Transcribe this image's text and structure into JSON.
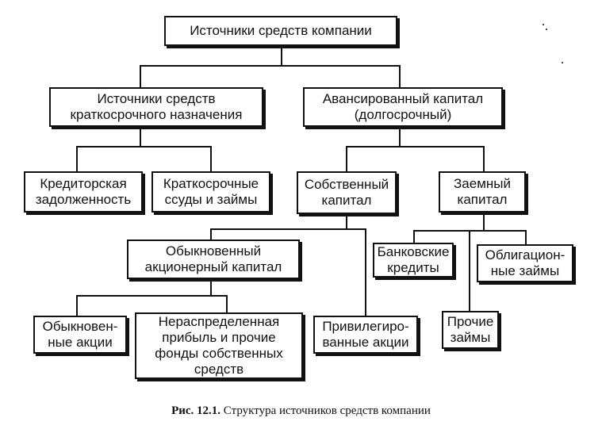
{
  "diagram": {
    "root": "Источники  средств компании",
    "short_term": "Источники  средств\nкраткосрочного  назначения",
    "advanced_capital": "Авансированный капитал\n(долгосрочный)",
    "payables": "Кредиторская\nзадолженность",
    "short_loans": "Краткосрочные\nссуды и  займы",
    "equity": "Собственный\nкапитал",
    "debt": "Заемный\nкапитал",
    "common_equity": "Обыкновенный\nакционерный капитал",
    "bank_loans": "Банковские\nкредиты",
    "bonds": "Облигацион-\nные  займы",
    "common_shares": "Обыкновен-\nные акции",
    "retained_earnings": "Нераспределенная\nприбыль и  прочие\nфонды собственных\nсредств",
    "preferred_shares": "Привилегиро-\nванные  акции",
    "other_loans": "Прочие\nзаймы"
  },
  "caption": {
    "label": "Рис. 12.1.",
    "text": " Структура источников средств компании"
  }
}
